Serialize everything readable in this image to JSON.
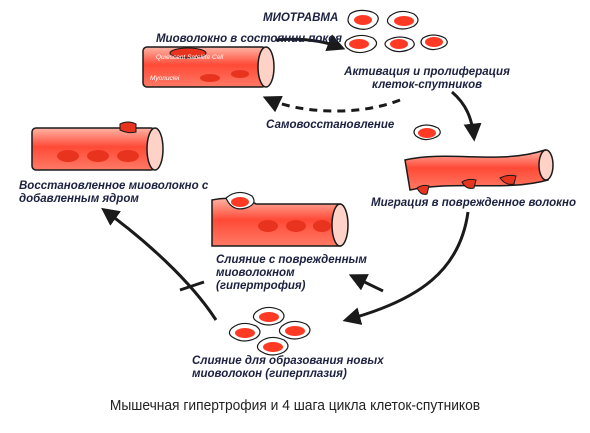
{
  "labels": {
    "resting_fiber": "Миоволокно в состоянии покоя",
    "trauma": "МИОТРАВМА",
    "activation_l1": "Активация и пролиферация",
    "activation_l2": "клеток-спутников",
    "self_repair": "Самовосстановление",
    "migration": "Миграция в поврежденное волокно",
    "restored_l1": "Восстановленное миоволокно с",
    "restored_l2": "добавленным ядром",
    "fusion_l1": "Слияние с поврежденным",
    "fusion_l2": "миоволокном",
    "fusion_l3": "(гипертрофия)",
    "new_l1": "Слияние для образования новых",
    "new_l2": "миоволокон (гиперплазия)",
    "caption": "Мышечная гипертрофия и 4 шага цикла клеток-спутников"
  },
  "fiber_text": {
    "quiescent": "Quiescent Satellite Cell",
    "myonuclei": "Myonuclei"
  },
  "colors": {
    "fiber": "#ff5a45",
    "fiber_light": "#ffd2c8",
    "nucleus": "#e8331f",
    "outline": "#1a1a1a",
    "text": "#1c2140"
  }
}
